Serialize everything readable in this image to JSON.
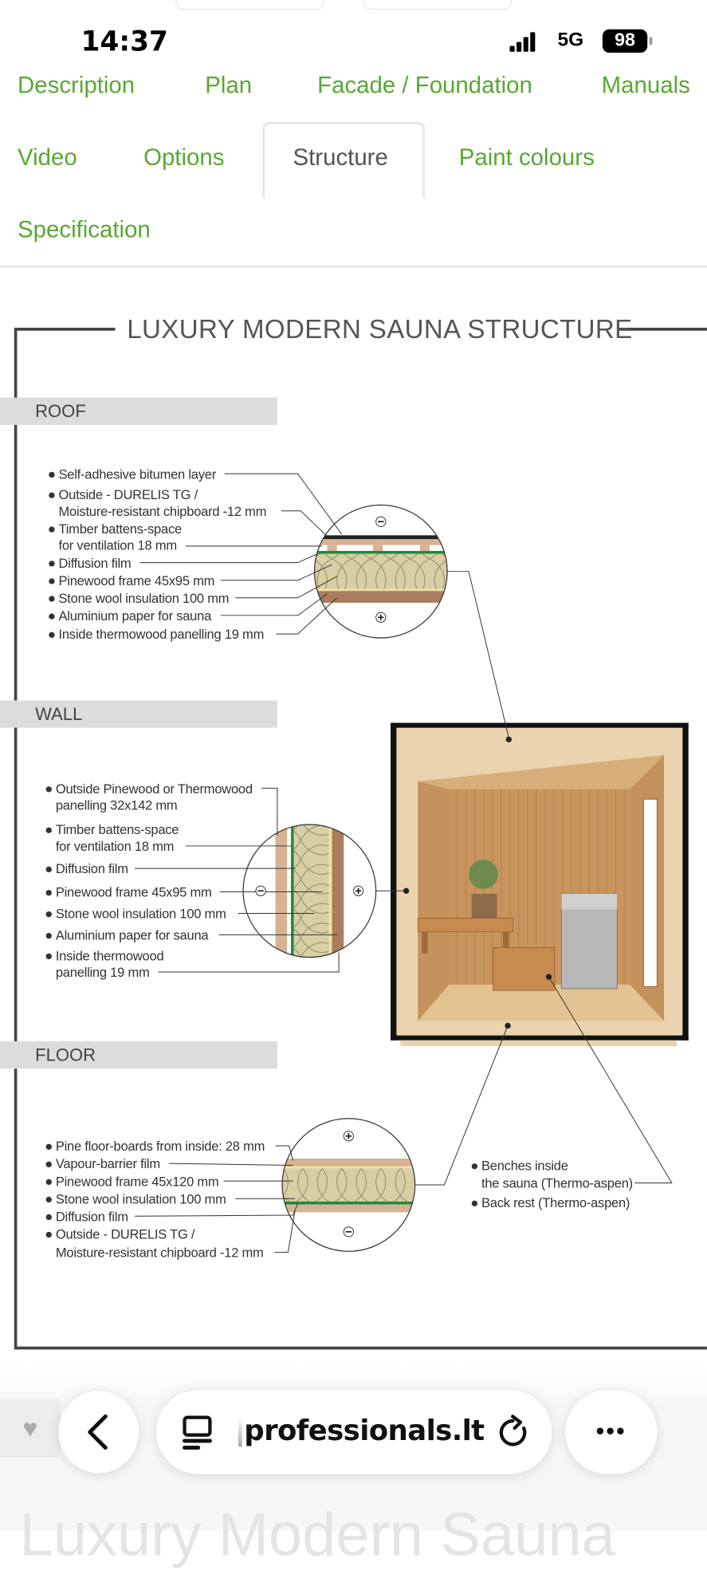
{
  "status_bar": {
    "time": "14:37",
    "network": "5G",
    "battery": "98"
  },
  "tabs": [
    {
      "label": "Description",
      "active": false
    },
    {
      "label": "Plan",
      "active": false
    },
    {
      "label": "Facade / Foundation",
      "active": false
    },
    {
      "label": "Manuals",
      "active": false
    },
    {
      "label": "Video",
      "active": false
    },
    {
      "label": "Options",
      "active": false
    },
    {
      "label": "Structure",
      "active": true
    },
    {
      "label": "Paint colours",
      "active": false
    },
    {
      "label": "Specification",
      "active": false
    }
  ],
  "diagram": {
    "title": "LUXURY MODERN SAUNA STRUCTURE",
    "roof": {
      "heading": "ROOF",
      "labels": [
        "Self-adhesive bitumen layer",
        "Outside - DURELIS TG /",
        "Moisture-resistant chipboard -12 mm",
        "Timber battens-space",
        "for ventilation 18 mm",
        "Diffusion film",
        "Pinewood frame 45x95 mm",
        "Stone wool insulation 100 mm",
        "Aluminium paper for sauna",
        "Inside thermowood panelling 19 mm"
      ]
    },
    "wall": {
      "heading": "WALL",
      "labels": [
        "Outside Pinewood or Thermowood",
        "panelling 32x142 mm",
        "Timber battens-space",
        "for ventilation 18 mm",
        "Diffusion film",
        "Pinewood frame 45x95 mm",
        "Stone wool insulation 100 mm",
        "Aluminium paper for sauna",
        "Inside thermowood",
        "panelling 19 mm"
      ]
    },
    "floor": {
      "heading": "FLOOR",
      "labels": [
        "Pine floor-boards from inside: 28 mm",
        "Vapour-barrier film",
        "Pinewood frame 45x120 mm",
        "Stone wool insulation 100 mm",
        "Diffusion film",
        "Outside - DURELIS TG /",
        "Moisture-resistant chipboard -12 mm"
      ]
    },
    "interior": {
      "labels": [
        "Benches inside",
        "the sauna (Thermo-aspen)",
        "Back rest (Thermo-aspen)"
      ]
    },
    "symbols": {
      "minus": "−",
      "plus": "+"
    }
  },
  "browser": {
    "url": "professionals.lt",
    "more": "•••"
  },
  "below_fold_heading": "Luxury Modern Sauna",
  "colors": {
    "tab_green": "#58a832",
    "film_green": "#1f8a3a",
    "insulation": "#d8cfa4",
    "wood": "#c9a07a"
  }
}
